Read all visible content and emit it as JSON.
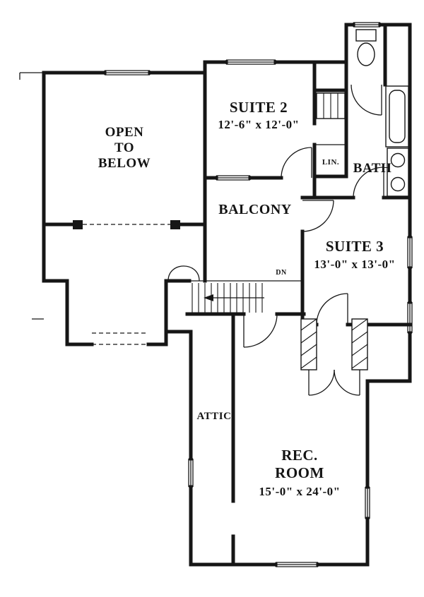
{
  "plan": {
    "open_to_below": {
      "line1": "OPEN",
      "line2": "TO",
      "line3": "BELOW"
    },
    "suite2": {
      "name": "SUITE 2",
      "dims": "12'-6\" x 12'-0\""
    },
    "lin": "LIN.",
    "bath": "BATH",
    "balcony": "BALCONY",
    "suite3": {
      "name": "SUITE 3",
      "dims": "13'-0\" x 13'-0\""
    },
    "stairs_dn": "DN",
    "attic": "ATTIC",
    "rec_room": {
      "line1": "REC.",
      "line2": "ROOM",
      "dims": "15'-0\" x 24'-0\""
    }
  },
  "colors": {
    "ink": "#161616",
    "background": "#ffffff"
  }
}
